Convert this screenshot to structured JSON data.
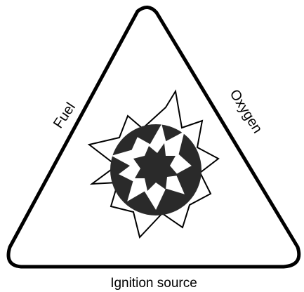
{
  "diagram": {
    "left_label": "Fuel",
    "right_label": "Oxygen",
    "bottom_label": "Ignition source"
  },
  "colors": {
    "stroke": "#000000",
    "fill": "#ffffff",
    "burst": "#2a2a2a"
  }
}
